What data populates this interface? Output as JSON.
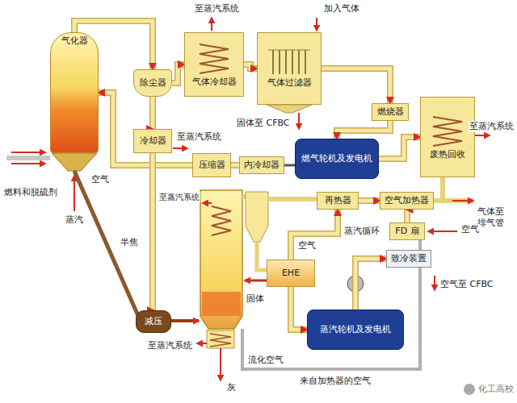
{
  "diagram": {
    "nodes": [
      {
        "text": [
          "气化器"
        ]
      },
      {
        "text": [
          "气体冷却器"
        ]
      },
      {
        "text": [
          "气体过滤器"
        ]
      },
      {
        "text": [
          "除尘器"
        ]
      },
      {
        "text": [
          "冷却器"
        ]
      },
      {
        "text": [
          "压缩器"
        ]
      },
      {
        "text": [
          "内冷却器"
        ]
      },
      {
        "text": [
          "燃气轮机及发电机"
        ]
      },
      {
        "text": [
          "燃烧器"
        ]
      },
      {
        "text": [
          "废热回收"
        ]
      },
      {
        "text": [
          "再热器"
        ]
      },
      {
        "text": [
          "空气加热器"
        ]
      },
      {
        "text": [
          "FD 扇"
        ]
      },
      {
        "text": [
          "EHE"
        ]
      },
      {
        "text": [
          "致冷装置"
        ]
      },
      {
        "text": [
          "蒸汽轮机及发电机"
        ]
      },
      {
        "text": [
          "减压"
        ]
      }
    ],
    "edges": [
      {
        "from": 0,
        "to": 3,
        "arrow": "to"
      },
      {
        "from": 3,
        "to": 1,
        "arrow": "to"
      },
      {
        "from": 1,
        "to": 2,
        "arrow": "to"
      },
      {
        "from": 2,
        "to": 8,
        "arrow": "to"
      },
      {
        "from": 8,
        "to": 7,
        "arrow": "to"
      },
      {
        "from": 7,
        "to": 9,
        "arrow": "to"
      },
      {
        "from": 5,
        "to": 0,
        "arrow": "to"
      },
      {
        "from": 6,
        "to": 5,
        "arrow": "none"
      },
      {
        "from": 3,
        "to": 4,
        "arrow": "to"
      },
      {
        "from": 4,
        "to": 16,
        "arrow": "to"
      },
      {
        "from": 12,
        "to": 11,
        "arrow": "to"
      },
      {
        "from": 10,
        "to": 11,
        "arrow": "to"
      },
      {
        "from": 13,
        "to": 10,
        "arrow": "to"
      },
      {
        "from": 13,
        "to": 15,
        "arrow": "to"
      },
      {
        "from": 15,
        "to": 14,
        "arrow": "to"
      }
    ],
    "labels": [
      "至蒸汽系统",
      "加入气体",
      "固体至 CFBC",
      "至蒸汽系统",
      "至蒸汽系统",
      "空气",
      "燃料和脱硫剂",
      "半焦",
      "蒸汽",
      "至蒸汽系统",
      "气体至 排气管",
      "蒸汽循环",
      "空气",
      "空气",
      "空气至 CFBC",
      "固体",
      "至蒸汽系统",
      "流化空气",
      "来自加热器的空气",
      "灰",
      "化工高校"
    ]
  }
}
